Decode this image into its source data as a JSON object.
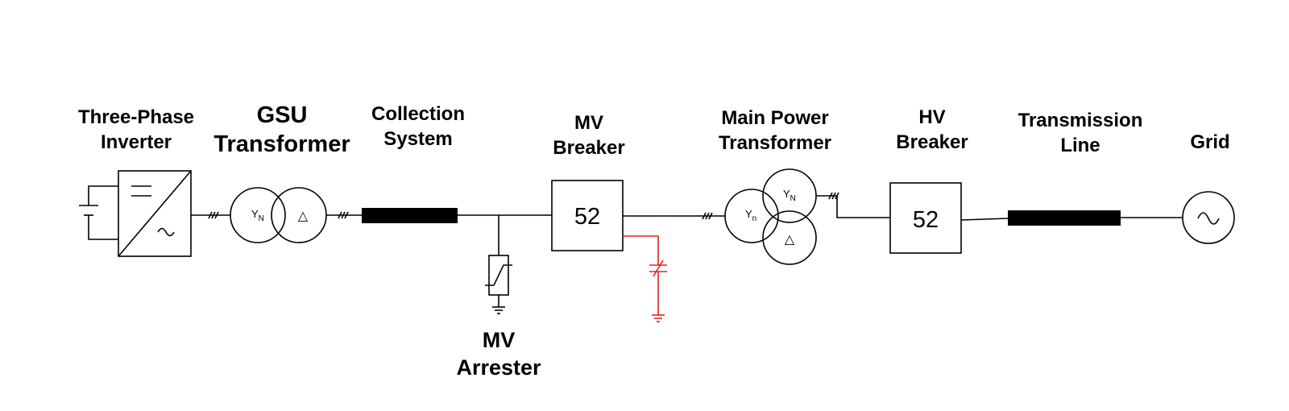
{
  "labels": {
    "inverter": [
      "Three-Phase",
      "Inverter"
    ],
    "gsu": [
      "GSU",
      "Transformer"
    ],
    "collection": [
      "Collection",
      "System"
    ],
    "mv_breaker": [
      "MV",
      "Breaker"
    ],
    "main_transformer": [
      "Main Power",
      "Transformer"
    ],
    "hv_breaker": [
      "HV",
      "Breaker"
    ],
    "transmission": [
      "Transmission",
      "Line"
    ],
    "grid": [
      "Grid"
    ],
    "arrester": [
      "MV",
      "Arrester"
    ]
  },
  "symbols": {
    "gsu_primary": "Y",
    "gsu_primary_sub": "N",
    "gsu_secondary": "△",
    "mv_breaker_code": "52",
    "mpt_primary": "Y",
    "mpt_primary_sub": "n",
    "mpt_secondary": "Y",
    "mpt_secondary_sub": "N",
    "mpt_tertiary": "△",
    "hv_breaker_code": "52"
  },
  "colors": {
    "line": "#000000",
    "capacitor": "#e0201c"
  }
}
